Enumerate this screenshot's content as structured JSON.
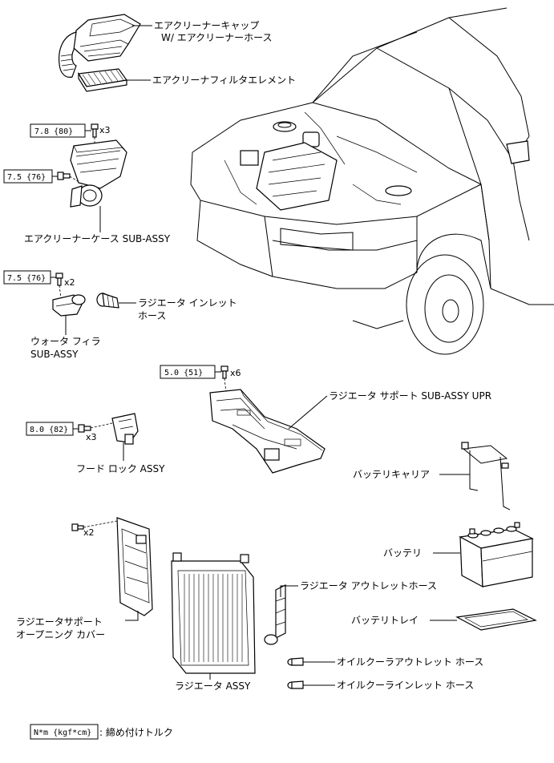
{
  "parts": {
    "air_cleaner_cap": {
      "line1": "エアクリーナーキャップ",
      "line2": "W/ エアクリーナーホース"
    },
    "air_filter": "エアクリーナフィルタエレメント",
    "air_cleaner_case": "エアクリーナーケース SUB-ASSY",
    "radiator_inlet_hose": {
      "line1": "ラジエータ インレット",
      "line2": "ホース"
    },
    "water_filler": {
      "line1": "ウォータ フィラ",
      "line2": "SUB-ASSY"
    },
    "radiator_support_upr": "ラジエータ サポート SUB-ASSY UPR",
    "hood_lock": "フード ロック ASSY",
    "battery_carrier": "バッテリキャリア",
    "battery": "バッテリ",
    "radiator_outlet_hose": "ラジエータ アウトレットホース",
    "battery_tray": "バッテリトレイ",
    "radiator_support_cover": {
      "line1": "ラジエータサポート",
      "line2": "オープニング カバー"
    },
    "radiator": "ラジエータ ASSY",
    "oil_cooler_outlet": "オイルクーラアウトレット ホース",
    "oil_cooler_inlet": "オイルクーラインレット ホース"
  },
  "torques": {
    "t1": "7.8 {80}",
    "t2": "7.5 {76}",
    "t3": "7.5 {76}",
    "t4": "5.0 {51}",
    "t5": "8.0 {82}"
  },
  "quantities": {
    "q1": "x3",
    "q2": "x2",
    "q3": "x6",
    "q4": "x3",
    "q5": "x2"
  },
  "legend": {
    "box": "N*m {kgf*cm}",
    "text": ": 締め付けトルク"
  }
}
